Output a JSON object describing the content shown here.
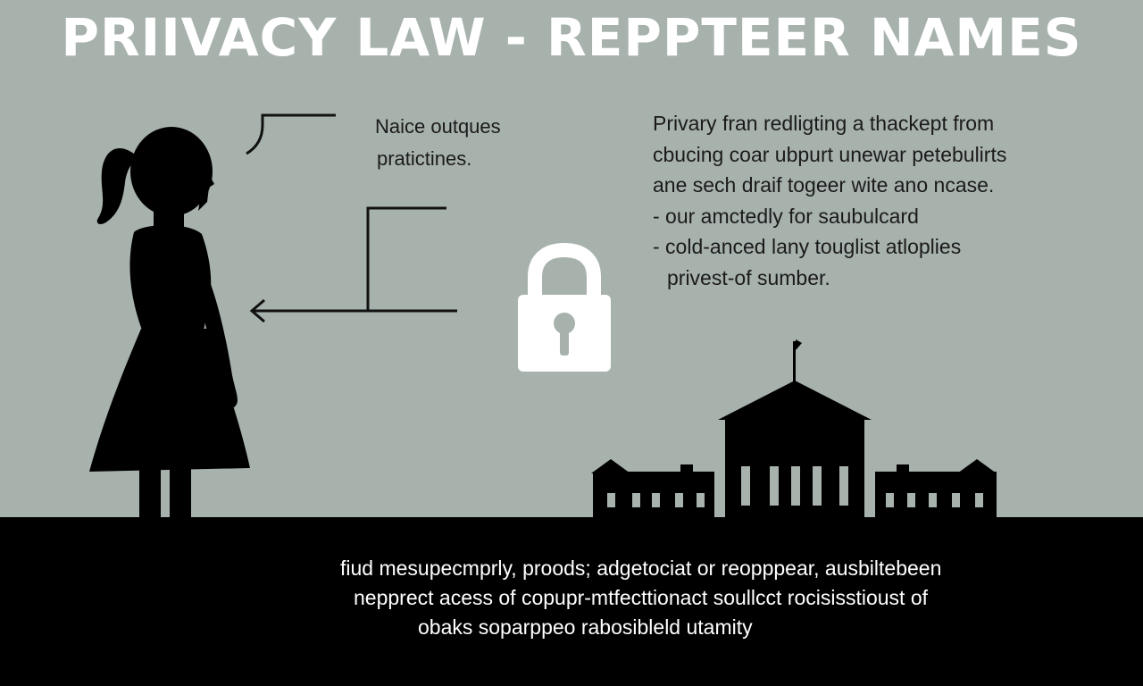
{
  "title": "PRIIVACY LAW - REPPTEER NAMES",
  "callout": {
    "line1": "Naice outques",
    "line2": "pratictines."
  },
  "right_text": {
    "lines": [
      "Privary fran redligting a thackept from",
      "cbucing coar ubpurt unewar petebulirts",
      "ane sech draif togeer wite ano ncase."
    ],
    "bullets": [
      "- our amctedly for saubulcard",
      "- cold-anced lany touglist atloplies"
    ],
    "continuation": "privest-of sumber."
  },
  "bottom_text": {
    "lines": [
      "fiud mesupecmprly, proods; adgetociat or reopppear, ausbiltebeen",
      "nepprect acess of copupr-mtfecttionact soullcct rocisisstioust of",
      "obaks soparppeo rabosibleld utamity"
    ]
  },
  "colors": {
    "background": "#a8b2ad",
    "silhouette": "#000000",
    "lock": "#ffffff",
    "title": "#ffffff"
  },
  "icons": {
    "lock": "padlock-icon",
    "arrow": "left-arrow-icon"
  }
}
